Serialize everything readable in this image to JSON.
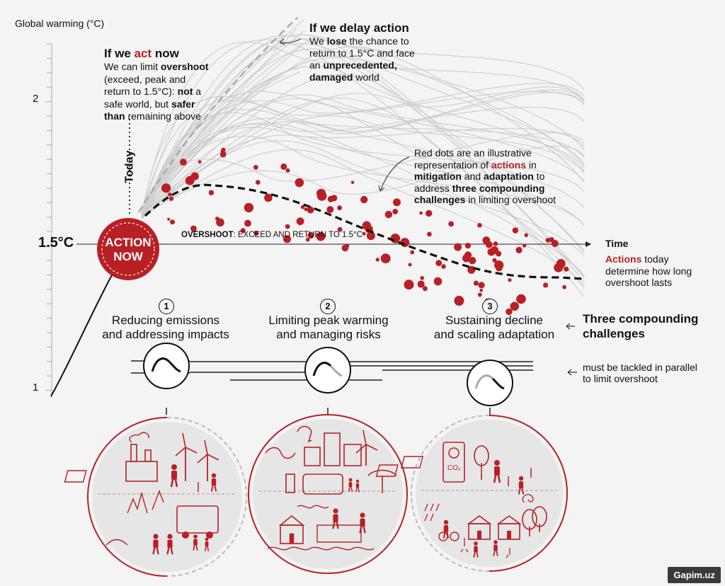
{
  "axis": {
    "y_title": "Global warming (°C)",
    "ticks": [
      "2",
      "1"
    ],
    "threshold": "1.5°C",
    "x_title": "Time",
    "today": "Today"
  },
  "action_badge": {
    "line1": "ACTION",
    "line2": "NOW"
  },
  "act_now": {
    "title_pre": "If we ",
    "title_red": "act",
    "title_post": " now",
    "lines": [
      [
        {
          "t": "We can limit "
        },
        {
          "t": "overshoot",
          "b": true
        }
      ],
      [
        {
          "t": "(exceed, peak and"
        }
      ],
      [
        {
          "t": "return to 1.5°C): "
        },
        {
          "t": "not",
          "b": true
        },
        {
          "t": " a"
        }
      ],
      [
        {
          "t": "safe world, but "
        },
        {
          "t": "safer",
          "b": true
        }
      ],
      [
        {
          "t": "than",
          "b": true
        },
        {
          "t": " remaining above"
        }
      ]
    ]
  },
  "delay": {
    "title": "If we delay action",
    "lines": [
      [
        {
          "t": "We "
        },
        {
          "t": "lose",
          "b": true
        },
        {
          "t": " the chance to"
        }
      ],
      [
        {
          "t": "return to 1.5°C and face"
        }
      ],
      [
        {
          "t": "an "
        },
        {
          "t": "unprecedented,",
          "b": true
        }
      ],
      [
        {
          "t": "damaged",
          "b": true
        },
        {
          "t": " world"
        }
      ]
    ]
  },
  "red_dots_note": {
    "lines": [
      [
        {
          "t": "Red dots are an illustrative"
        }
      ],
      [
        {
          "t": "representation of "
        },
        {
          "t": "actions",
          "b": true,
          "r": true
        },
        {
          "t": " in"
        }
      ],
      [
        {
          "t": "mitigation",
          "b": true
        },
        {
          "t": " and "
        },
        {
          "t": "adaptation",
          "b": true
        },
        {
          "t": " to"
        }
      ],
      [
        {
          "t": "address "
        },
        {
          "t": "three compounding",
          "b": true
        }
      ],
      [
        {
          "t": "challenges",
          "b": true
        },
        {
          "t": " in limiting overshoot"
        }
      ]
    ]
  },
  "overshoot": {
    "bold": "OVERSHOOT",
    "rest": ": EXCEED AND RETURN TO 1.5°C"
  },
  "actions_today": {
    "lines": [
      [
        {
          "t": "Actions",
          "b": true,
          "r": true
        },
        {
          "t": " today"
        }
      ],
      [
        {
          "t": "determine how long"
        }
      ],
      [
        {
          "t": "overshoot lasts"
        }
      ]
    ]
  },
  "challenges": [
    {
      "num": "1",
      "line1": "Reducing emissions",
      "line2": "and addressing impacts"
    },
    {
      "num": "2",
      "line1": "Limiting peak warming",
      "line2": "and managing risks"
    },
    {
      "num": "3",
      "line1": "Sustaining decline",
      "line2": "and scaling adaptation"
    }
  ],
  "three_challenges": {
    "line1": "Three compounding",
    "line2": "challenges"
  },
  "parallel": {
    "line1": "must be tackled in parallel",
    "line2": "to limit overshoot"
  },
  "co2_label": "CO₂",
  "watermark": "Gapim.uz",
  "colors": {
    "red": "#b82025",
    "dark": "#111111",
    "grey": "#bdbdbd",
    "bg": "#f4f4f4"
  }
}
